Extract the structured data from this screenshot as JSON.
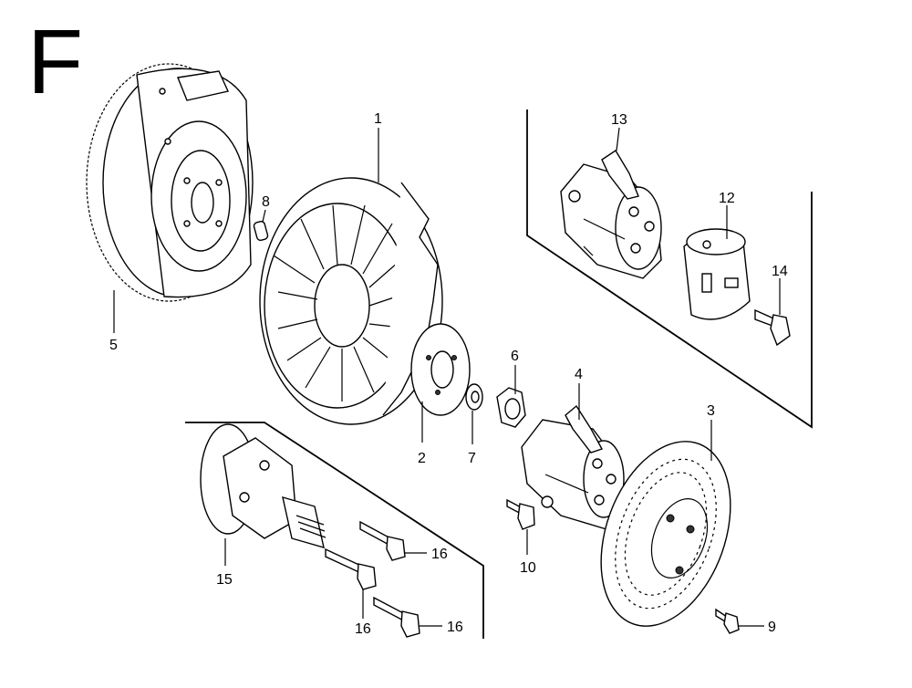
{
  "diagram": {
    "section_letter": "F",
    "callouts": [
      {
        "id": "c1",
        "label": "1"
      },
      {
        "id": "c2",
        "label": "2"
      },
      {
        "id": "c3",
        "label": "3"
      },
      {
        "id": "c4",
        "label": "4"
      },
      {
        "id": "c5",
        "label": "5"
      },
      {
        "id": "c6",
        "label": "6"
      },
      {
        "id": "c7",
        "label": "7"
      },
      {
        "id": "c8",
        "label": "8"
      },
      {
        "id": "c9",
        "label": "9"
      },
      {
        "id": "c10",
        "label": "10"
      },
      {
        "id": "c12",
        "label": "12"
      },
      {
        "id": "c13",
        "label": "13"
      },
      {
        "id": "c14",
        "label": "14"
      },
      {
        "id": "c15",
        "label": "15"
      },
      {
        "id": "c16a",
        "label": "16"
      },
      {
        "id": "c16b",
        "label": "16"
      },
      {
        "id": "c16c",
        "label": "16"
      }
    ]
  }
}
